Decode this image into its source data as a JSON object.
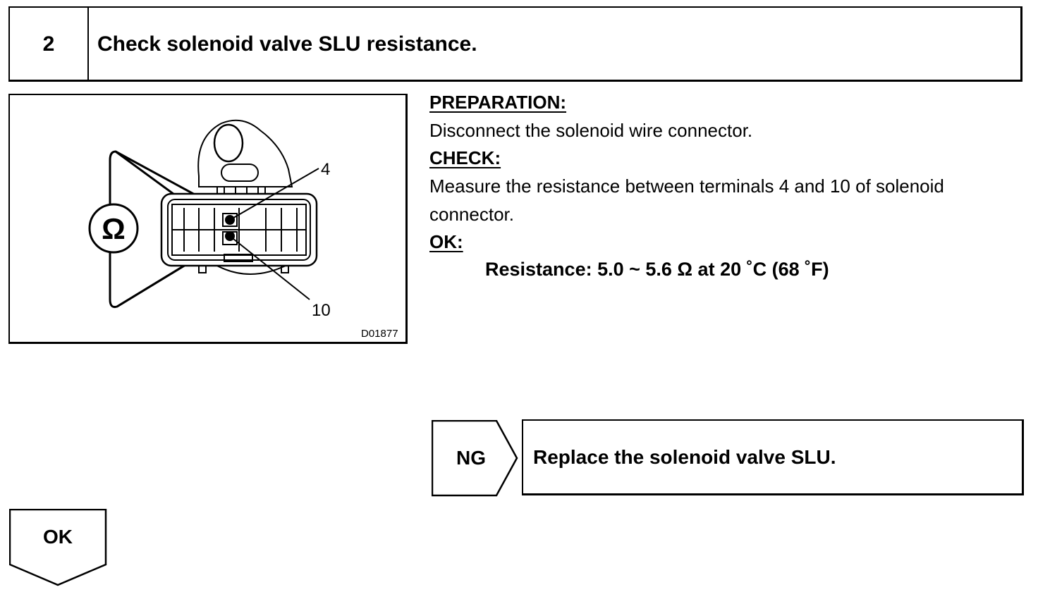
{
  "step": {
    "number": "2",
    "title": "Check solenoid valve SLU resistance."
  },
  "figure": {
    "ohmmeter_symbol": "Ω",
    "terminal_a": "4",
    "terminal_b": "10",
    "figure_code": "D01877"
  },
  "instructions": {
    "preparation_heading": "PREPARATION:",
    "preparation_text": "Disconnect the solenoid wire connector.",
    "check_heading": "CHECK:",
    "check_text_line1": "Measure the resistance between terminals 4 and 10 of solenoid",
    "check_text_line2": "connector.",
    "ok_heading": "OK:",
    "ok_spec": "Resistance: 5.0 ~ 5.6 Ω at 20 ˚C (68 ˚F)"
  },
  "ng_branch": {
    "label": "NG",
    "result": "Replace the solenoid valve SLU."
  },
  "ok_branch": {
    "label": "OK"
  }
}
